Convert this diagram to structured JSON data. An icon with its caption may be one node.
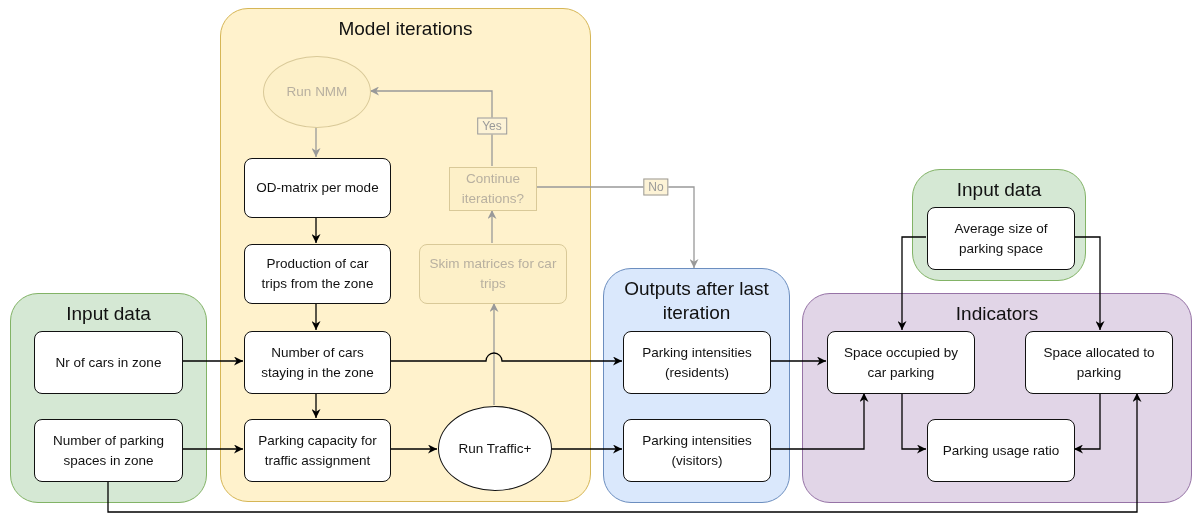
{
  "diagram": {
    "nodes": [
      {
        "text": [
          "Input data"
        ]
      },
      {
        "text": [
          "Nr of cars in zone"
        ],
        "in": 0
      },
      {
        "text": [
          "Number of parking spaces in zone"
        ],
        "in": 0
      },
      {
        "text": [
          "Model iterations"
        ]
      },
      {
        "text": [
          "Run NMM"
        ],
        "in": 3
      },
      {
        "text": [
          "OD-matrix per mode"
        ],
        "in": 3
      },
      {
        "text": [
          "Production of car trips from the zone"
        ],
        "in": 3
      },
      {
        "text": [
          "Number of cars staying in the zone"
        ],
        "in": 3
      },
      {
        "text": [
          "Parking capacity for traffic assignment"
        ],
        "in": 3
      },
      {
        "text": [
          "Continue iterations?"
        ],
        "in": 3
      },
      {
        "text": [
          "Skim matrices for car trips"
        ],
        "in": 3
      },
      {
        "text": [
          "Run Traffic+"
        ],
        "in": 3
      },
      {
        "text": [
          "Outputs after last iteration"
        ]
      },
      {
        "text": [
          "Parking intensities (residents)"
        ],
        "in": 12
      },
      {
        "text": [
          "Parking intensities (visitors)"
        ],
        "in": 12
      },
      {
        "text": [
          "Input data"
        ]
      },
      {
        "text": [
          "Average size of parking space"
        ],
        "in": 15
      },
      {
        "text": [
          "Indicators"
        ]
      },
      {
        "text": [
          "Space occupied by car parking"
        ],
        "in": 17
      },
      {
        "text": [
          "Space allocated to parking"
        ],
        "in": 17
      },
      {
        "text": [
          "Parking usage ratio"
        ],
        "in": 17
      }
    ],
    "edges": [
      {
        "from": 4,
        "to": 5,
        "arrow": "to",
        "color": "#999999"
      },
      {
        "from": 5,
        "to": 6,
        "arrow": "to"
      },
      {
        "from": 6,
        "to": 7,
        "arrow": "to"
      },
      {
        "from": 7,
        "to": 8,
        "arrow": "to"
      },
      {
        "from": 1,
        "to": 7,
        "arrow": "to"
      },
      {
        "from": 2,
        "to": 8,
        "arrow": "to"
      },
      {
        "from": 8,
        "to": 11,
        "arrow": "to"
      },
      {
        "from": 11,
        "to": 10,
        "arrow": "to",
        "color": "#999999"
      },
      {
        "from": 10,
        "to": 9,
        "arrow": "to",
        "color": "#999999"
      },
      {
        "from": 9,
        "to": 4,
        "arrow": "to",
        "label": "Yes",
        "color": "#999999"
      },
      {
        "from": 9,
        "to": 12,
        "arrow": "to",
        "label": "No",
        "color": "#999999"
      },
      {
        "from": 7,
        "to": 13,
        "arrow": "to"
      },
      {
        "from": 11,
        "to": 14,
        "arrow": "to"
      },
      {
        "from": 13,
        "to": 18,
        "arrow": "to"
      },
      {
        "from": 14,
        "to": 18,
        "arrow": "to"
      },
      {
        "from": 16,
        "to": 18,
        "arrow": "to"
      },
      {
        "from": 16,
        "to": 19,
        "arrow": "to"
      },
      {
        "from": 18,
        "to": 20,
        "arrow": "to"
      },
      {
        "from": 19,
        "to": 20,
        "arrow": "to"
      },
      {
        "from": 2,
        "to": 19,
        "arrow": "to"
      }
    ]
  }
}
